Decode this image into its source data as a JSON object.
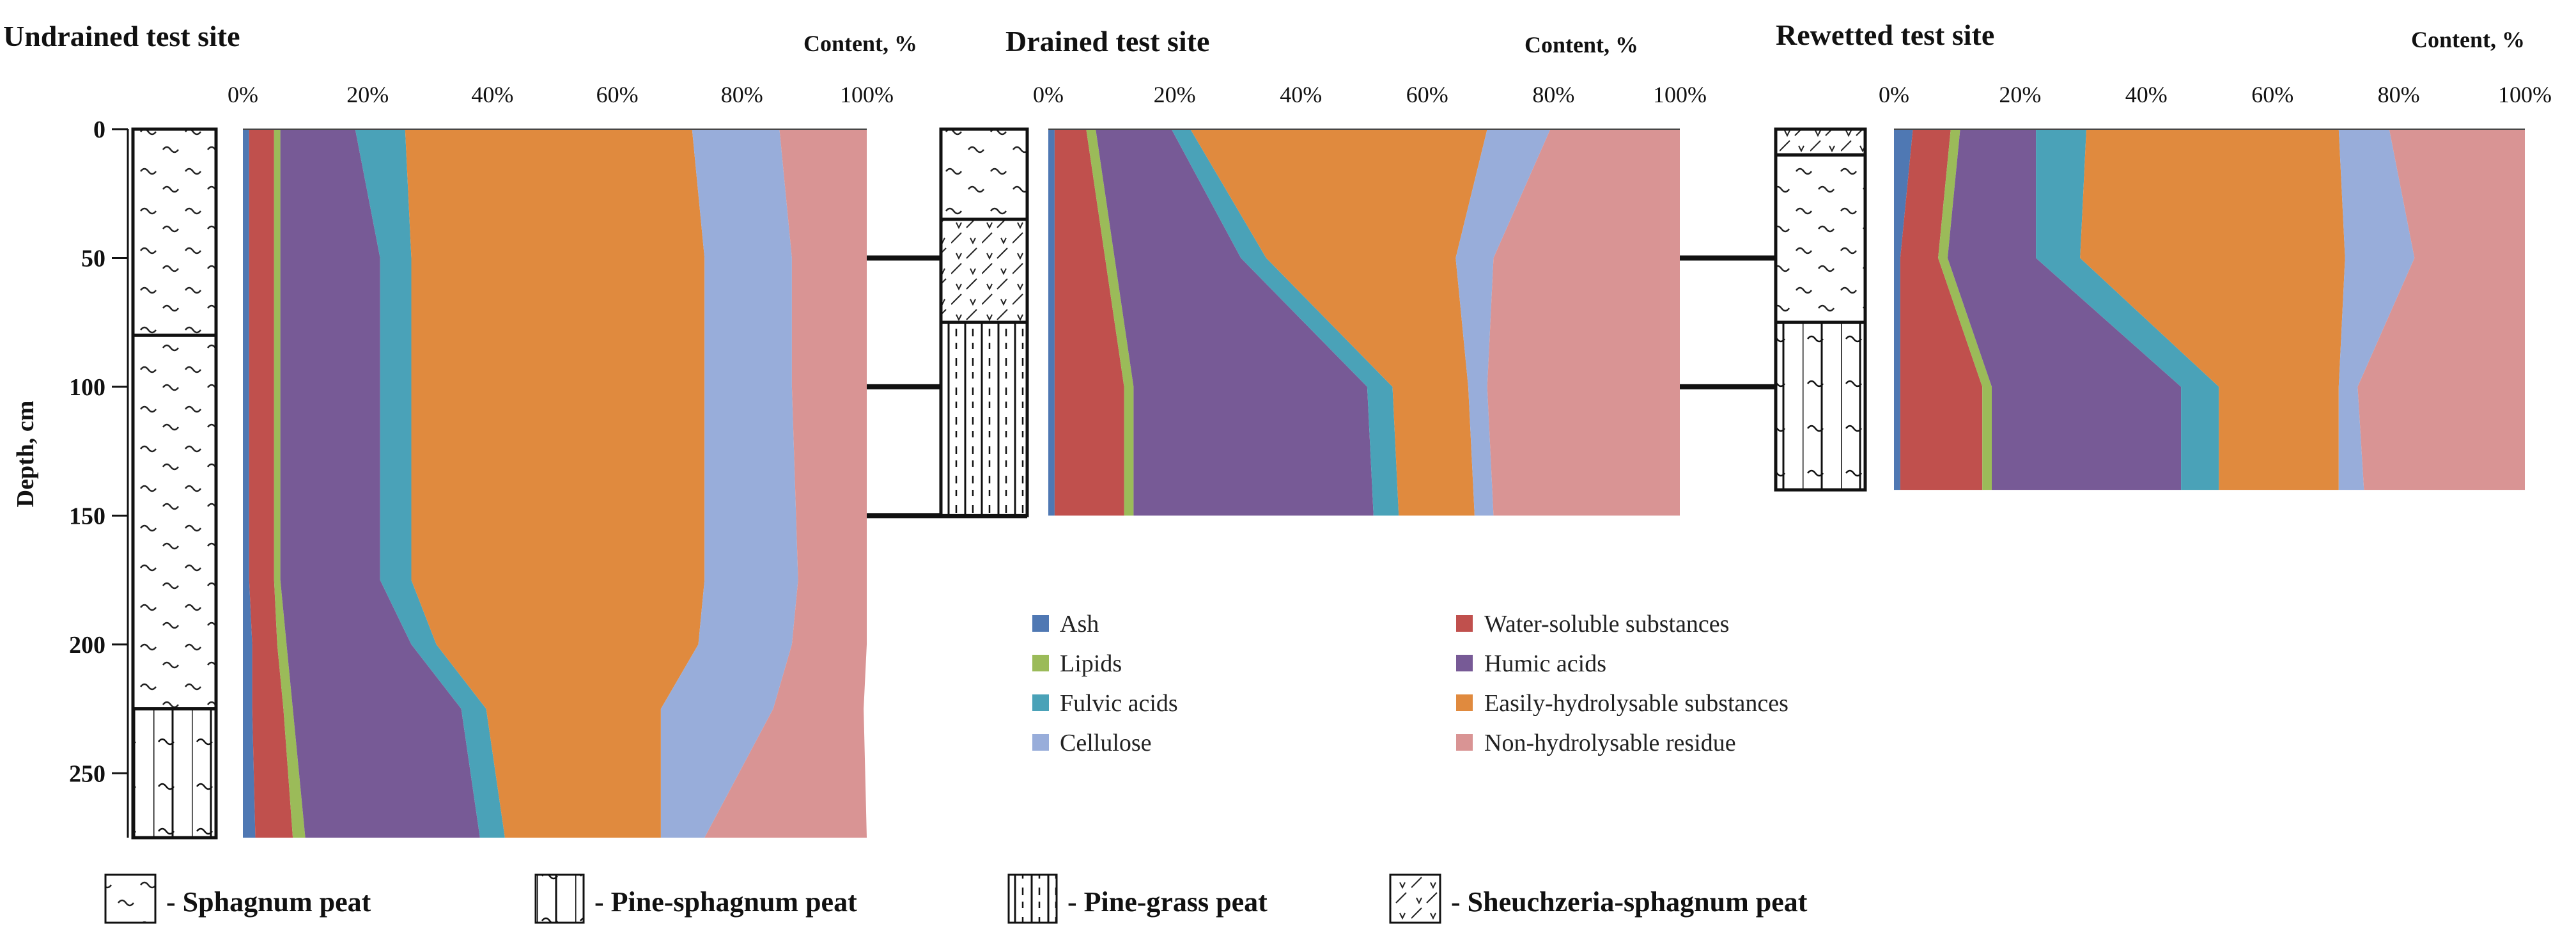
{
  "colors": {
    "ash": "#4f78b3",
    "water_soluble": "#c0504d",
    "lipids": "#9bbb59",
    "humic": "#775a96",
    "fulvic": "#4aa2b8",
    "easily_hydrolysable": "#e08a3e",
    "cellulose": "#98adda",
    "residue": "#d99494"
  },
  "chart_data": [
    {
      "type": "area",
      "orientation": "horizontal-stacked",
      "title": "Undrained test site",
      "xlabel": "Content, %",
      "ylabel": "Depth, cm",
      "xlim": [
        0,
        100
      ],
      "ylim": [
        0,
        275
      ],
      "x_ticks": [
        "0%",
        "20%",
        "40%",
        "60%",
        "80%",
        "100%"
      ],
      "y_ticks": [
        "0",
        "50",
        "100",
        "150",
        "200",
        "250"
      ],
      "depth": [
        0,
        50,
        100,
        175,
        200,
        225,
        275
      ],
      "series": [
        {
          "name": "Ash",
          "values": [
            1,
            1,
            1,
            1,
            1.5,
            1.5,
            2
          ]
        },
        {
          "name": "Water-soluble substances",
          "values": [
            4,
            4,
            4,
            4,
            4,
            5,
            6
          ]
        },
        {
          "name": "Lipids",
          "values": [
            1,
            1,
            1,
            1,
            1.5,
            1.5,
            2
          ]
        },
        {
          "name": "Humic acids",
          "values": [
            12,
            16,
            16,
            16,
            20,
            27,
            28
          ]
        },
        {
          "name": "Fulvic acids",
          "values": [
            8,
            5,
            5,
            5,
            4,
            4,
            4
          ]
        },
        {
          "name": "Easily-hydrolysable substances",
          "values": [
            46,
            47,
            47,
            47,
            42,
            28,
            25
          ]
        },
        {
          "name": "Cellulose",
          "values": [
            14,
            14,
            14,
            15,
            15,
            18,
            7
          ]
        },
        {
          "name": "Non-hydrolysable residue",
          "values": [
            14,
            12,
            12,
            11,
            12,
            14.5,
            26
          ]
        }
      ],
      "lithology": [
        "Sphagnum peat",
        "Sphagnum peat",
        "Pine-sphagnum peat"
      ],
      "lithology_bounds": [
        0,
        80,
        225,
        275
      ]
    },
    {
      "type": "area",
      "orientation": "horizontal-stacked",
      "title": "Drained test site",
      "xlabel": "Content, %",
      "xlim": [
        0,
        100
      ],
      "ylim": [
        0,
        150
      ],
      "x_ticks": [
        "0%",
        "20%",
        "40%",
        "60%",
        "80%",
        "100%"
      ],
      "depth": [
        0,
        50,
        100,
        150
      ],
      "series": [
        {
          "name": "Ash",
          "values": [
            1,
            1,
            1,
            1
          ]
        },
        {
          "name": "Water-soluble substances",
          "values": [
            5,
            8,
            11,
            11
          ]
        },
        {
          "name": "Lipids",
          "values": [
            1.5,
            1.5,
            1.5,
            1.5
          ]
        },
        {
          "name": "Humic acids",
          "values": [
            12,
            20,
            37,
            38
          ]
        },
        {
          "name": "Fulvic acids",
          "values": [
            3,
            4,
            4,
            4
          ]
        },
        {
          "name": "Easily-hydrolysable substances",
          "values": [
            47,
            30,
            12,
            12
          ]
        },
        {
          "name": "Cellulose",
          "values": [
            10,
            6,
            3,
            3
          ]
        },
        {
          "name": "Non-hydrolysable residue",
          "values": [
            20.5,
            29.5,
            30.5,
            29.5
          ]
        }
      ],
      "lithology": [
        "Sphagnum peat",
        "Sheuchzeria-sphagnum peat",
        "Pine-grass peat"
      ],
      "lithology_bounds": [
        0,
        35,
        75,
        150
      ]
    },
    {
      "type": "area",
      "orientation": "horizontal-stacked",
      "title": "Rewetted test site",
      "xlabel": "Content, %",
      "xlim": [
        0,
        100
      ],
      "ylim": [
        0,
        140
      ],
      "x_ticks": [
        "0%",
        "20%",
        "40%",
        "60%",
        "80%",
        "100%"
      ],
      "depth": [
        0,
        50,
        100,
        140
      ],
      "series": [
        {
          "name": "Ash",
          "values": [
            3,
            1,
            1,
            1
          ]
        },
        {
          "name": "Water-soluble substances",
          "values": [
            6,
            6,
            13,
            13
          ]
        },
        {
          "name": "Lipids",
          "values": [
            1.5,
            1.5,
            1.5,
            1.5
          ]
        },
        {
          "name": "Humic acids",
          "values": [
            12,
            14,
            30,
            30
          ]
        },
        {
          "name": "Fulvic acids",
          "values": [
            8,
            7,
            6,
            6
          ]
        },
        {
          "name": "Easily-hydrolysable substances",
          "values": [
            40,
            42,
            19,
            19
          ]
        },
        {
          "name": "Cellulose",
          "values": [
            8,
            11,
            3,
            4
          ]
        },
        {
          "name": "Non-hydrolysable residue",
          "values": [
            21.5,
            17.5,
            26.5,
            25.5
          ]
        }
      ],
      "lithology": [
        "Sheuchzeria-sphagnum peat",
        "Sphagnum peat",
        "Pine-sphagnum peat"
      ],
      "lithology_bounds": [
        0,
        10,
        75,
        140
      ]
    }
  ],
  "legend_position": "center-bottom",
  "lithology_legend": [
    {
      "key": "sphagnum",
      "label": "- Sphagnum peat"
    },
    {
      "key": "pine_sphagnum",
      "label": "- Pine-sphagnum peat"
    },
    {
      "key": "pine_grass",
      "label": "- Pine-grass peat"
    },
    {
      "key": "sheuchzeria",
      "label": "- Sheuchzeria-sphagnum peat"
    }
  ]
}
